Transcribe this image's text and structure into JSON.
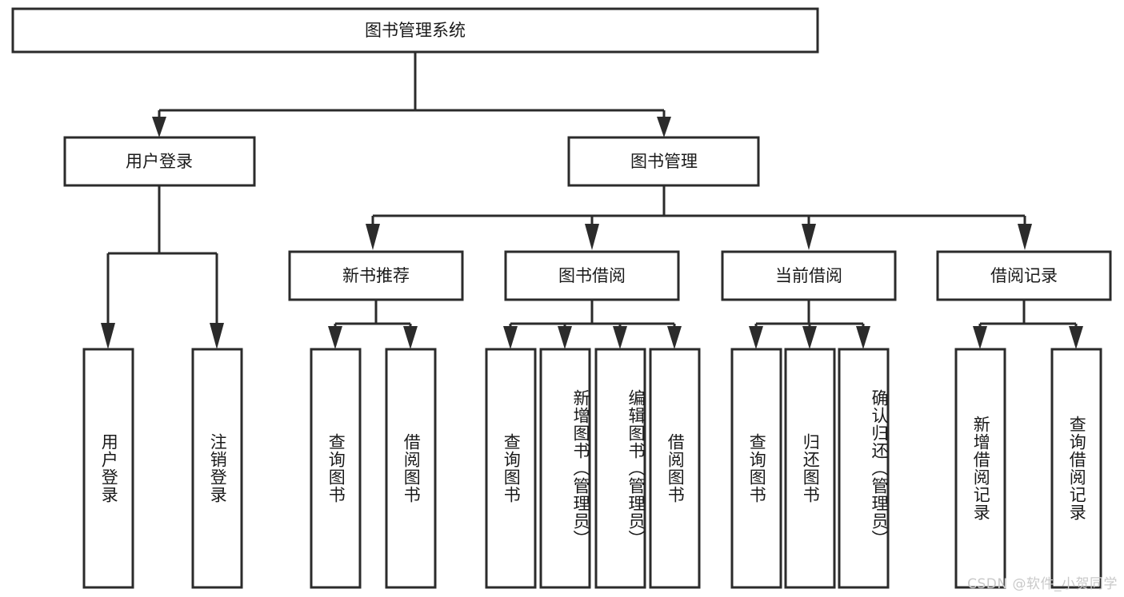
{
  "diagram": {
    "type": "hierarchy-tree",
    "title": "图书管理系统",
    "watermark": "CSDN @软件_小贺同学",
    "colors": {
      "stroke": "#2b2b2b",
      "fill": "#ffffff",
      "text": "#1a1a1a",
      "watermark": "#c9c9c9"
    },
    "root": {
      "label": "图书管理系统"
    },
    "level2": [
      {
        "id": "user-login",
        "label": "用户登录"
      },
      {
        "id": "book-manage",
        "label": "图书管理"
      }
    ],
    "level3": [
      {
        "id": "new-book-recommend",
        "label": "新书推荐"
      },
      {
        "id": "book-borrow",
        "label": "图书借阅"
      },
      {
        "id": "current-borrow",
        "label": "当前借阅"
      },
      {
        "id": "borrow-record",
        "label": "借阅记录"
      }
    ],
    "leaves": {
      "user-login": [
        {
          "id": "leaf-user-login",
          "label": "用户登录"
        },
        {
          "id": "leaf-logout",
          "label": "注销登录"
        }
      ],
      "new-book-recommend": [
        {
          "id": "leaf-query-book-1",
          "label": "查询图书"
        },
        {
          "id": "leaf-borrow-book-1",
          "label": "借阅图书"
        }
      ],
      "book-borrow": [
        {
          "id": "leaf-query-book-2",
          "label": "查询图书"
        },
        {
          "id": "leaf-add-book",
          "label": "新增图书（管理员）"
        },
        {
          "id": "leaf-edit-book",
          "label": "编辑图书（管理员）"
        },
        {
          "id": "leaf-borrow-book-2",
          "label": "借阅图书"
        }
      ],
      "current-borrow": [
        {
          "id": "leaf-query-book-3",
          "label": "查询图书"
        },
        {
          "id": "leaf-return-book",
          "label": "归还图书"
        },
        {
          "id": "leaf-confirm-return",
          "label": "确认归还（管理员）"
        }
      ],
      "borrow-record": [
        {
          "id": "leaf-add-record",
          "label": "新增借阅记录"
        },
        {
          "id": "leaf-query-record",
          "label": "查询借阅记录"
        }
      ]
    }
  }
}
